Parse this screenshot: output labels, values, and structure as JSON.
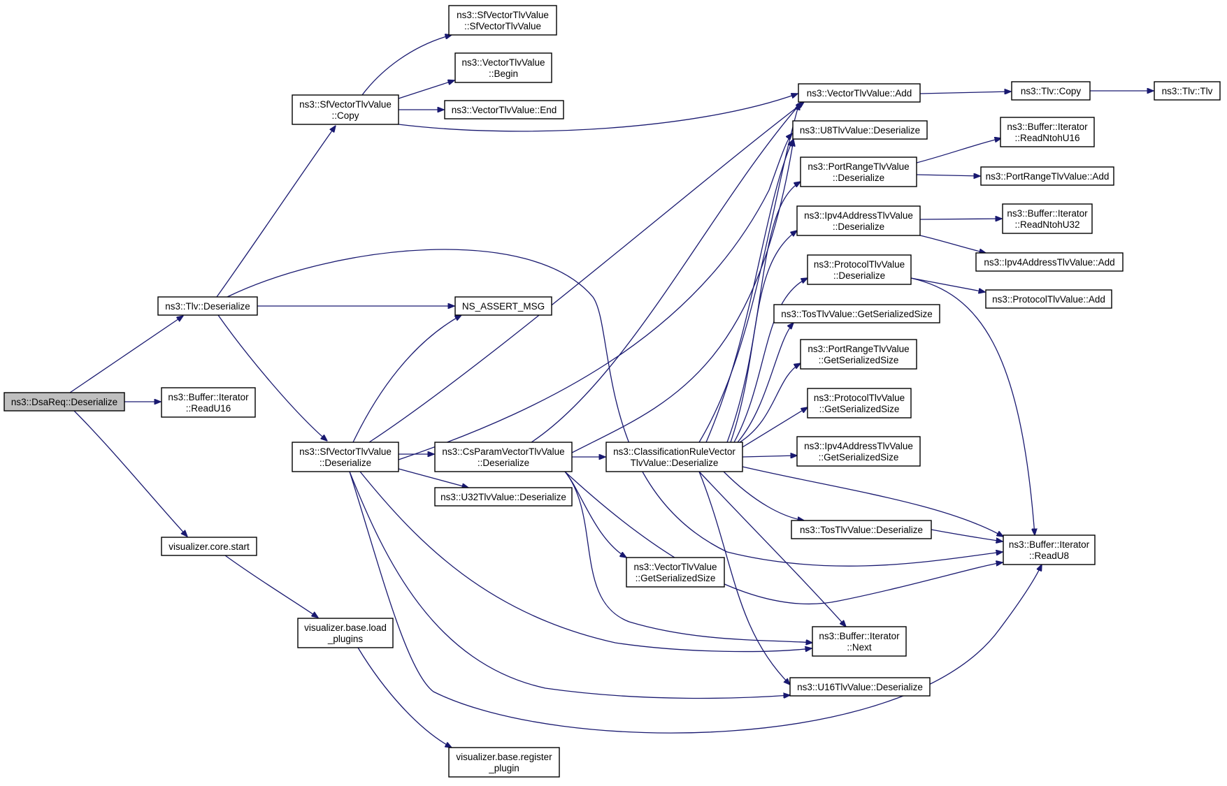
{
  "diagram": {
    "type": "call-graph",
    "root": "dsareq_deserialize",
    "nodes": [
      {
        "id": "dsareq_deserialize",
        "lines": [
          "ns3::DsaReq::Deserialize"
        ],
        "root": true
      },
      {
        "id": "tlv_deserialize",
        "lines": [
          "ns3::Tlv::Deserialize"
        ]
      },
      {
        "id": "buffer_readu16",
        "lines": [
          "ns3::Buffer::Iterator",
          "::ReadU16"
        ]
      },
      {
        "id": "vis_core_start",
        "lines": [
          "visualizer.core.start"
        ]
      },
      {
        "id": "sf_copy",
        "lines": [
          "ns3::SfVectorTlvValue",
          "::Copy"
        ]
      },
      {
        "id": "sf_deserialize",
        "lines": [
          "ns3::SfVectorTlvValue",
          "::Deserialize"
        ]
      },
      {
        "id": "vis_load_plugins",
        "lines": [
          "visualizer.base.load",
          "_plugins"
        ]
      },
      {
        "id": "vis_register_plugin",
        "lines": [
          "visualizer.base.register",
          "_plugin"
        ]
      },
      {
        "id": "sf_ctor",
        "lines": [
          "ns3::SfVectorTlvValue",
          "::SfVectorTlvValue"
        ]
      },
      {
        "id": "vec_begin",
        "lines": [
          "ns3::VectorTlvValue",
          "::Begin"
        ]
      },
      {
        "id": "vec_end",
        "lines": [
          "ns3::VectorTlvValue::End"
        ]
      },
      {
        "id": "ns_assert_msg",
        "lines": [
          "NS_ASSERT_MSG"
        ]
      },
      {
        "id": "cs_deserialize",
        "lines": [
          "ns3::CsParamVectorTlvValue",
          "::Deserialize"
        ]
      },
      {
        "id": "u32_deserialize",
        "lines": [
          "ns3::U32TlvValue::Deserialize"
        ]
      },
      {
        "id": "vec_getsize",
        "lines": [
          "ns3::VectorTlvValue",
          "::GetSerializedSize"
        ]
      },
      {
        "id": "cr_deserialize",
        "lines": [
          "ns3::ClassificationRuleVector",
          "TlvValue::Deserialize"
        ]
      },
      {
        "id": "vec_add",
        "lines": [
          "ns3::VectorTlvValue::Add"
        ]
      },
      {
        "id": "u8_deserialize",
        "lines": [
          "ns3::U8TlvValue::Deserialize"
        ]
      },
      {
        "id": "pr_deserialize",
        "lines": [
          "ns3::PortRangeTlvValue",
          "::Deserialize"
        ]
      },
      {
        "id": "ip_deserialize",
        "lines": [
          "ns3::Ipv4AddressTlvValue",
          "::Deserialize"
        ]
      },
      {
        "id": "proto_deserialize",
        "lines": [
          "ns3::ProtocolTlvValue",
          "::Deserialize"
        ]
      },
      {
        "id": "tos_getsize",
        "lines": [
          "ns3::TosTlvValue::GetSerializedSize"
        ]
      },
      {
        "id": "pr_getsize",
        "lines": [
          "ns3::PortRangeTlvValue",
          "::GetSerializedSize"
        ]
      },
      {
        "id": "proto_getsize",
        "lines": [
          "ns3::ProtocolTlvValue",
          "::GetSerializedSize"
        ]
      },
      {
        "id": "ip_getsize",
        "lines": [
          "ns3::Ipv4AddressTlvValue",
          "::GetSerializedSize"
        ]
      },
      {
        "id": "tos_deserialize",
        "lines": [
          "ns3::TosTlvValue::Deserialize"
        ]
      },
      {
        "id": "buffer_next",
        "lines": [
          "ns3::Buffer::Iterator",
          "::Next"
        ]
      },
      {
        "id": "u16_deserialize",
        "lines": [
          "ns3::U16TlvValue::Deserialize"
        ]
      },
      {
        "id": "tlv_copy",
        "lines": [
          "ns3::Tlv::Copy"
        ]
      },
      {
        "id": "tlv_tlv",
        "lines": [
          "ns3::Tlv::Tlv"
        ]
      },
      {
        "id": "buffer_readntohu16",
        "lines": [
          "ns3::Buffer::Iterator",
          "::ReadNtohU16"
        ]
      },
      {
        "id": "pr_add",
        "lines": [
          "ns3::PortRangeTlvValue::Add"
        ]
      },
      {
        "id": "buffer_readntohu32",
        "lines": [
          "ns3::Buffer::Iterator",
          "::ReadNtohU32"
        ]
      },
      {
        "id": "ip_add",
        "lines": [
          "ns3::Ipv4AddressTlvValue::Add"
        ]
      },
      {
        "id": "proto_add",
        "lines": [
          "ns3::ProtocolTlvValue::Add"
        ]
      },
      {
        "id": "buffer_readu8",
        "lines": [
          "ns3::Buffer::Iterator",
          "::ReadU8"
        ]
      }
    ],
    "edges": [
      [
        "dsareq_deserialize",
        "tlv_deserialize"
      ],
      [
        "dsareq_deserialize",
        "buffer_readu16"
      ],
      [
        "dsareq_deserialize",
        "vis_core_start"
      ],
      [
        "tlv_deserialize",
        "sf_copy"
      ],
      [
        "tlv_deserialize",
        "ns_assert_msg"
      ],
      [
        "tlv_deserialize",
        "sf_deserialize"
      ],
      [
        "tlv_deserialize",
        "buffer_readu8"
      ],
      [
        "vis_core_start",
        "vis_load_plugins"
      ],
      [
        "vis_load_plugins",
        "vis_register_plugin"
      ],
      [
        "sf_copy",
        "sf_ctor"
      ],
      [
        "sf_copy",
        "vec_begin"
      ],
      [
        "sf_copy",
        "vec_end"
      ],
      [
        "sf_copy",
        "vec_add"
      ],
      [
        "sf_deserialize",
        "ns_assert_msg"
      ],
      [
        "sf_deserialize",
        "vec_add"
      ],
      [
        "sf_deserialize",
        "cs_deserialize"
      ],
      [
        "sf_deserialize",
        "u32_deserialize"
      ],
      [
        "sf_deserialize",
        "u8_deserialize"
      ],
      [
        "sf_deserialize",
        "buffer_next"
      ],
      [
        "sf_deserialize",
        "u16_deserialize"
      ],
      [
        "sf_deserialize",
        "buffer_readu8"
      ],
      [
        "cs_deserialize",
        "cr_deserialize"
      ],
      [
        "cs_deserialize",
        "vec_add"
      ],
      [
        "cs_deserialize",
        "u8_deserialize"
      ],
      [
        "cs_deserialize",
        "vec_getsize"
      ],
      [
        "cs_deserialize",
        "buffer_next"
      ],
      [
        "cs_deserialize",
        "buffer_readu8"
      ],
      [
        "cr_deserialize",
        "vec_add"
      ],
      [
        "cr_deserialize",
        "u8_deserialize"
      ],
      [
        "cr_deserialize",
        "pr_deserialize"
      ],
      [
        "cr_deserialize",
        "ip_deserialize"
      ],
      [
        "cr_deserialize",
        "proto_deserialize"
      ],
      [
        "cr_deserialize",
        "tos_getsize"
      ],
      [
        "cr_deserialize",
        "pr_getsize"
      ],
      [
        "cr_deserialize",
        "proto_getsize"
      ],
      [
        "cr_deserialize",
        "ip_getsize"
      ],
      [
        "cr_deserialize",
        "tos_deserialize"
      ],
      [
        "cr_deserialize",
        "buffer_readu8"
      ],
      [
        "cr_deserialize",
        "buffer_next"
      ],
      [
        "cr_deserialize",
        "u16_deserialize"
      ],
      [
        "vec_add",
        "tlv_copy"
      ],
      [
        "tlv_copy",
        "tlv_tlv"
      ],
      [
        "pr_deserialize",
        "buffer_readntohu16"
      ],
      [
        "pr_deserialize",
        "pr_add"
      ],
      [
        "ip_deserialize",
        "buffer_readntohu32"
      ],
      [
        "ip_deserialize",
        "ip_add"
      ],
      [
        "proto_deserialize",
        "proto_add"
      ],
      [
        "proto_deserialize",
        "buffer_readu8"
      ],
      [
        "tos_deserialize",
        "buffer_readu8"
      ]
    ]
  }
}
